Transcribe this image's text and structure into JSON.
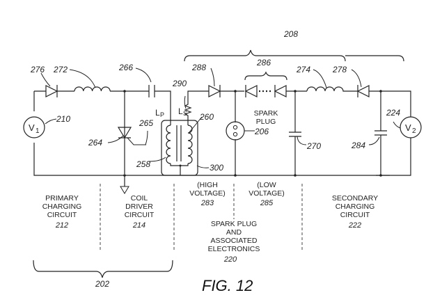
{
  "figure": {
    "title": "FIG. 12",
    "refs": {
      "r276": "276",
      "r272": "272",
      "r266": "266",
      "r290": "290",
      "r288": "288",
      "r286": "286",
      "r274": "274",
      "r278": "278",
      "r210": "210",
      "r265": "265",
      "r264": "264",
      "r258": "258",
      "r260": "260",
      "r300": "300",
      "r206": "206",
      "r270": "270",
      "r284": "284",
      "r224": "224",
      "r208": "208",
      "r202": "202"
    },
    "sources": {
      "v1": "V",
      "v1_sub": "1",
      "v2": "V",
      "v2_sub": "2"
    },
    "coils": {
      "lp": "L",
      "lp_sub": "P",
      "ls": "L",
      "ls_sub": "S"
    },
    "spark_plug": {
      "line1": "SPARK",
      "line2": "PLUG"
    },
    "sections": {
      "primary": {
        "line1": "PRIMARY",
        "line2": "CHARGING",
        "line3": "CIRCUIT",
        "ref": "212"
      },
      "coil_driver": {
        "line1": "COIL",
        "line2": "DRIVER",
        "line3": "CIRCUIT",
        "ref": "214"
      },
      "high_voltage": {
        "line1": "(HIGH",
        "line2": "VOLTAGE)",
        "ref": "283"
      },
      "low_voltage": {
        "line1": "(LOW",
        "line2": "VOLTAGE)",
        "ref": "285"
      },
      "spark_electronics": {
        "line1": "SPARK PLUG",
        "line2": "AND",
        "line3": "ASSOCIATED",
        "line4": "ELECTRONICS",
        "ref": "220"
      },
      "secondary": {
        "line1": "SECONDARY",
        "line2": "CHARGING",
        "line3": "CIRCUIT",
        "ref": "222"
      }
    }
  }
}
